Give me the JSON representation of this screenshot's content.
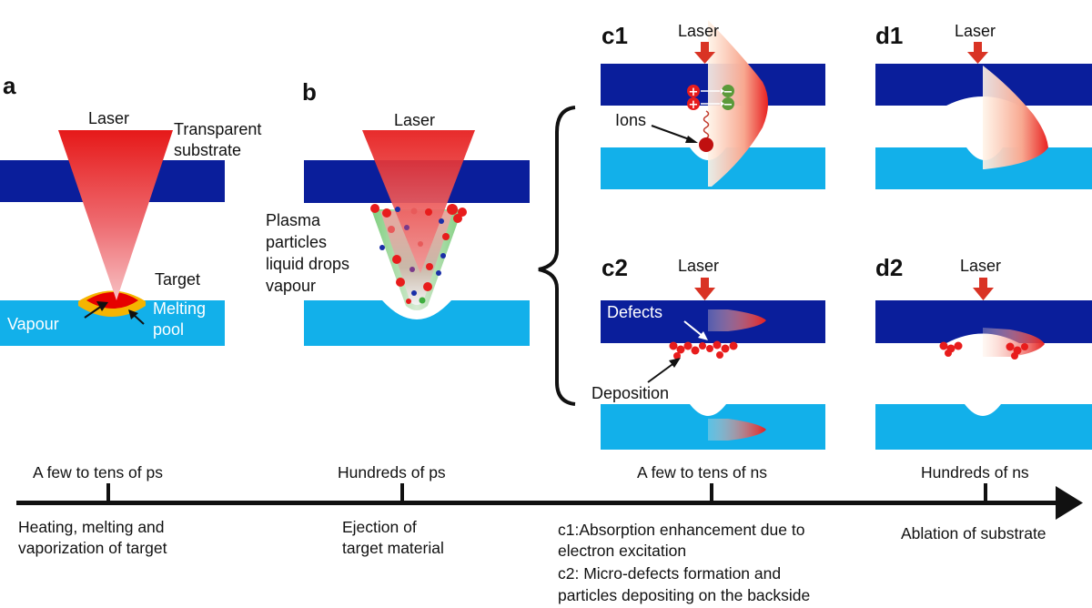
{
  "panels": {
    "a": {
      "letter": "a",
      "laser": "Laser",
      "substrate_line1": "Transparent",
      "substrate_line2": "substrate",
      "target": "Target",
      "vapour": "Vapour",
      "melting_line1": "Melting",
      "melting_line2": "pool"
    },
    "b": {
      "letter": "b",
      "laser": "Laser",
      "plasma_line1": "Plasma",
      "plasma_line2": "particles",
      "plasma_line3": "liquid drops",
      "plasma_line4": "vapour"
    },
    "c1": {
      "letter": "c1",
      "laser": "Laser",
      "ions": "Ions",
      "plus": "+",
      "minus": "−"
    },
    "c2": {
      "letter": "c2",
      "laser": "Laser",
      "defects": "Defects",
      "deposition": "Deposition"
    },
    "d1": {
      "letter": "d1",
      "laser": "Laser"
    },
    "d2": {
      "letter": "d2",
      "laser": "Laser"
    }
  },
  "timeline": {
    "ticks": [
      {
        "time": "A few to tens of ps",
        "desc_line1": "Heating, melting and",
        "desc_line2": "vaporization of target"
      },
      {
        "time": "Hundreds of ps",
        "desc_line1": "Ejection of",
        "desc_line2": "target material"
      },
      {
        "time": "A few to tens of ns",
        "desc_line1": "c1:Absorption enhancement due to",
        "desc_line2": "electron excitation",
        "desc_line3": "c2: Micro-defects formation and",
        "desc_line4": "particles depositing on the backside"
      },
      {
        "time": "Hundreds of ns",
        "desc_line1": "Ablation of substrate"
      }
    ]
  },
  "colors": {
    "substrate": "#0a1e9b",
    "target": "#12b0ea",
    "laser": "#e81c1c",
    "arrow_red": "#d93324",
    "melt": "#f5b400",
    "plasma_green": "#3fae3f",
    "particle_blue": "#1a2fa8"
  }
}
